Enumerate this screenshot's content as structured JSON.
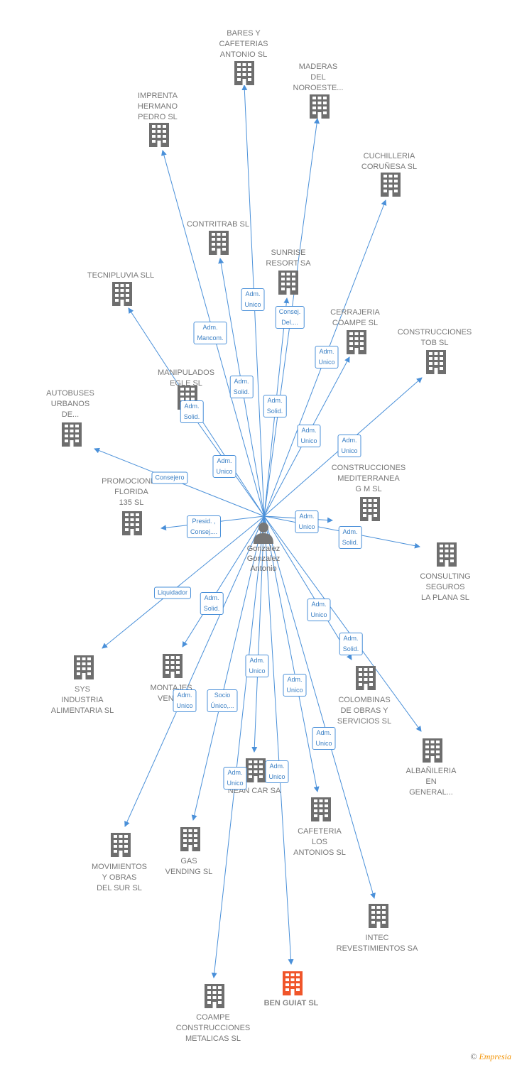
{
  "center": {
    "label": "Gonzalez\nGonzalez\nAntonio",
    "icon": "person-icon"
  },
  "colors": {
    "company": "#6e6e6e",
    "target": "#f0552a",
    "edge": "#4a90d9",
    "edge_text": "#3a7fc4"
  },
  "companies": [
    {
      "id": "bares",
      "label": "BARES Y\nCAFETERIAS\nANTONIO SL",
      "role": "Adm.\nUnico"
    },
    {
      "id": "maderas",
      "label": "MADERAS\nDEL\nNOROESTE...",
      "role": "Consej.\nDel...."
    },
    {
      "id": "imprenta",
      "label": "IMPRENTA\nHERMANO\nPEDRO SL",
      "role": "Adm.\nMancom."
    },
    {
      "id": "cuchilleria",
      "label": "CUCHILLERIA\nCORUÑESA SL",
      "role": "Adm.\nUnico"
    },
    {
      "id": "contritrab",
      "label": "CONTRITRAB SL",
      "role": "Adm.\nSolid."
    },
    {
      "id": "sunrise",
      "label": "SUNRISE\nRESORT SA",
      "role": "Adm.\nSolid."
    },
    {
      "id": "tecnipluvia",
      "label": "TECNIPLUVIA SLL",
      "role": "Adm.\nUnico"
    },
    {
      "id": "cerrajeria",
      "label": "CERRAJERIA\nCOAMPE SL",
      "role": "Adm.\nUnico"
    },
    {
      "id": "tob",
      "label": "CONSTRUCCIONES\nTOB SL",
      "role": "Adm.\nUnico"
    },
    {
      "id": "manipulados",
      "label": "MANIPULADOS\nEGLE SL",
      "role": "Adm.\nSolid."
    },
    {
      "id": "autobuses",
      "label": "AUTOBUSES\nURBANOS\nDE...",
      "role": "Consejero"
    },
    {
      "id": "mediterranea",
      "label": "CONSTRUCCIONES\nMEDITERRANEA\nG M SL",
      "role": "Adm.\nUnico"
    },
    {
      "id": "promociones",
      "label": "PROMOCIONES\nFLORIDA\n135  SL",
      "role": "Presid. ,\nConsej...."
    },
    {
      "id": "consulting",
      "label": "CONSULTING\nSEGUROS\nLA PLANA SL",
      "role": "Adm.\nSolid."
    },
    {
      "id": "sys",
      "label": "SYS\nINDUSTRIA\nALIMENTARIA SL",
      "role": "Liquidador"
    },
    {
      "id": "montajes",
      "label": "MONTAJES\nVENCE",
      "role": "Adm.\nSolid."
    },
    {
      "id": "colombinas",
      "label": "COLOMBINAS\nDE OBRAS Y\nSERVICIOS SL",
      "role": "Adm.\nUnico"
    },
    {
      "id": "albanileria",
      "label": "ALBAÑILERIA\nEN\nGENERAL...",
      "role": "Adm.\nSolid."
    },
    {
      "id": "movimientos",
      "label": "MOVIMIENTOS\nY OBRAS\nDEL SUR SL",
      "role": "Adm.\nUnico"
    },
    {
      "id": "gasvending",
      "label": "GAS\nVENDING SL",
      "role": "Socio\nÚnico,..."
    },
    {
      "id": "neancar",
      "label": "NEAN CAR SA",
      "role": "Adm.\nUnico"
    },
    {
      "id": "cafeteria",
      "label": "CAFETERIA\nLOS\nANTONIOS SL",
      "role": "Adm.\nUnico"
    },
    {
      "id": "intec",
      "label": "INTEC\nREVESTIMIENTOS SA",
      "role": "Adm.\nUnico"
    },
    {
      "id": "coampe",
      "label": "COAMPE\nCONSTRUCCIONES\nMETALICAS SL",
      "role": "Adm.\nUnico"
    },
    {
      "id": "benguiat",
      "label": "BEN GUIAT SL",
      "role": "Adm.\nUnico",
      "target": true
    }
  ],
  "copyright": {
    "symbol": "©",
    "brand": "Empresia"
  }
}
